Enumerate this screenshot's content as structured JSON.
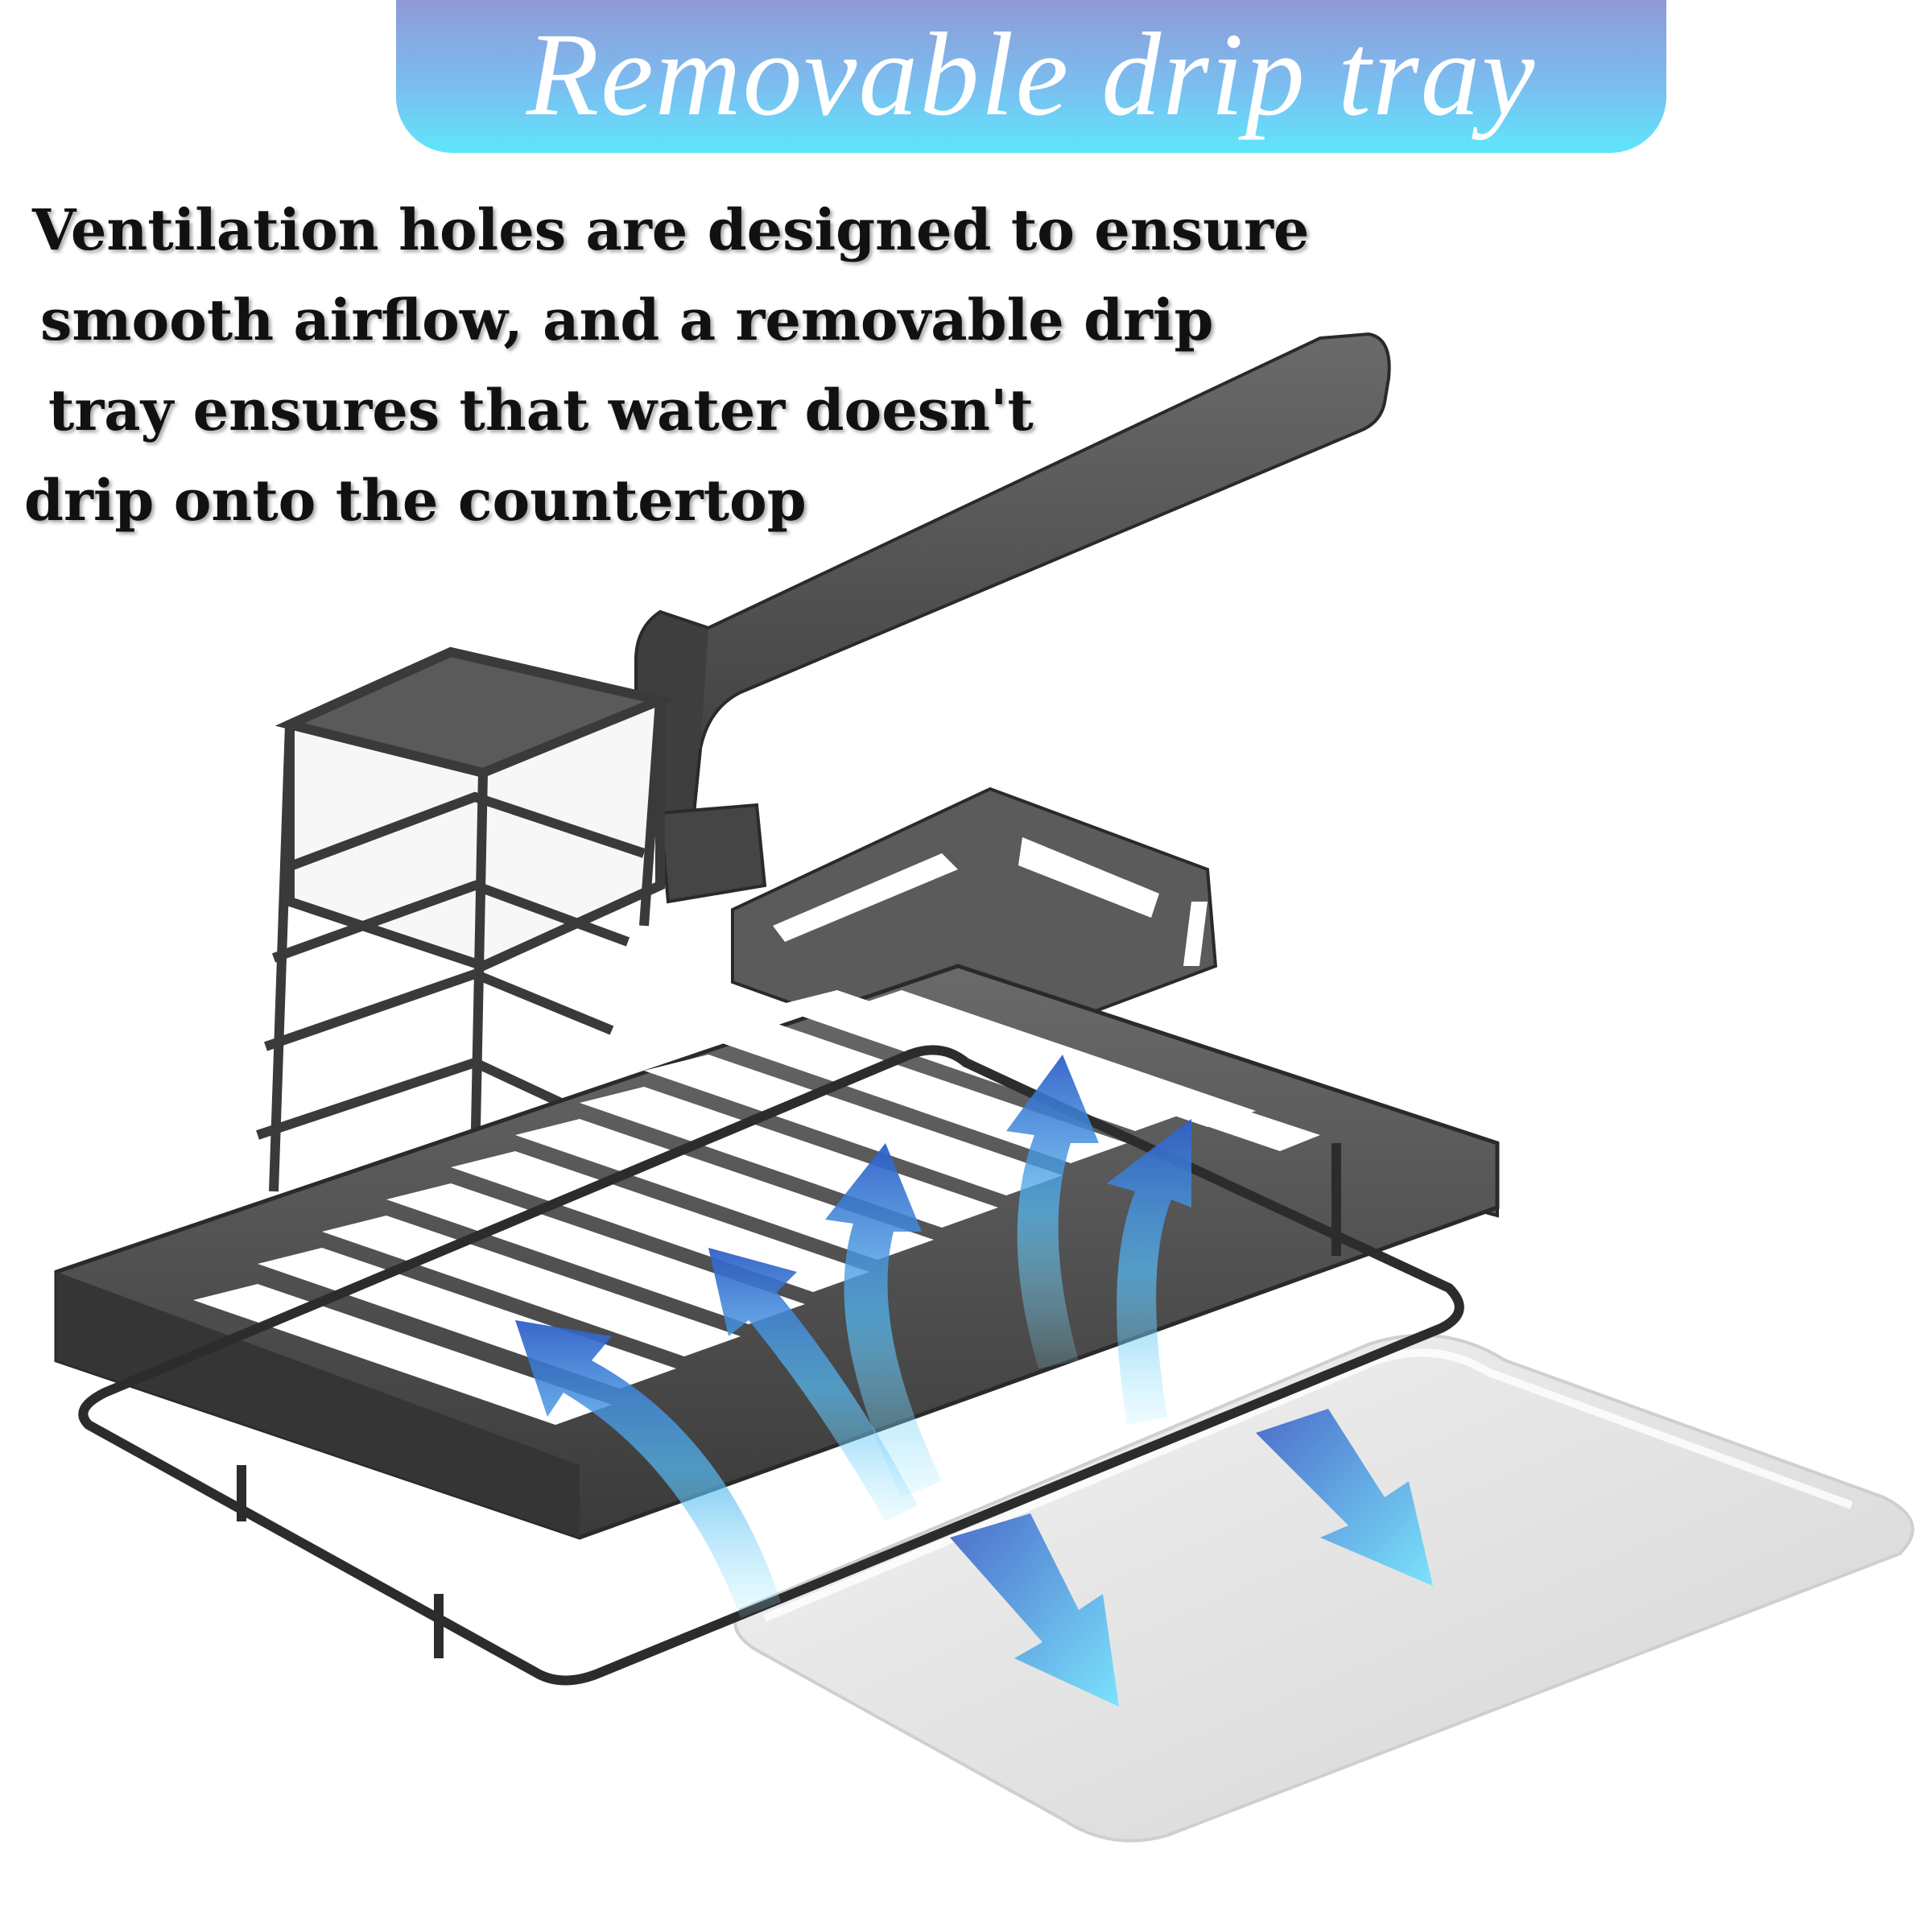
{
  "banner": {
    "title": "Removable drip tray"
  },
  "description": {
    "lines": [
      "Ventilation holes are designed to ensure",
      "smooth airflow, and a removable drip",
      "tray ensures that water doesn't",
      "drip onto the countertop"
    ]
  },
  "colors": {
    "banner_top": "#8f9ad6",
    "banner_bottom": "#5fe6fb",
    "rack_metal": "#4a4a4a",
    "rack_edge": "#2a2a2a",
    "tray": "#dedede",
    "airflow_arrow": "#3a7fd6"
  },
  "icons": {
    "airflow": "up-arrow-icon",
    "drain": "down-arrow-icon"
  }
}
